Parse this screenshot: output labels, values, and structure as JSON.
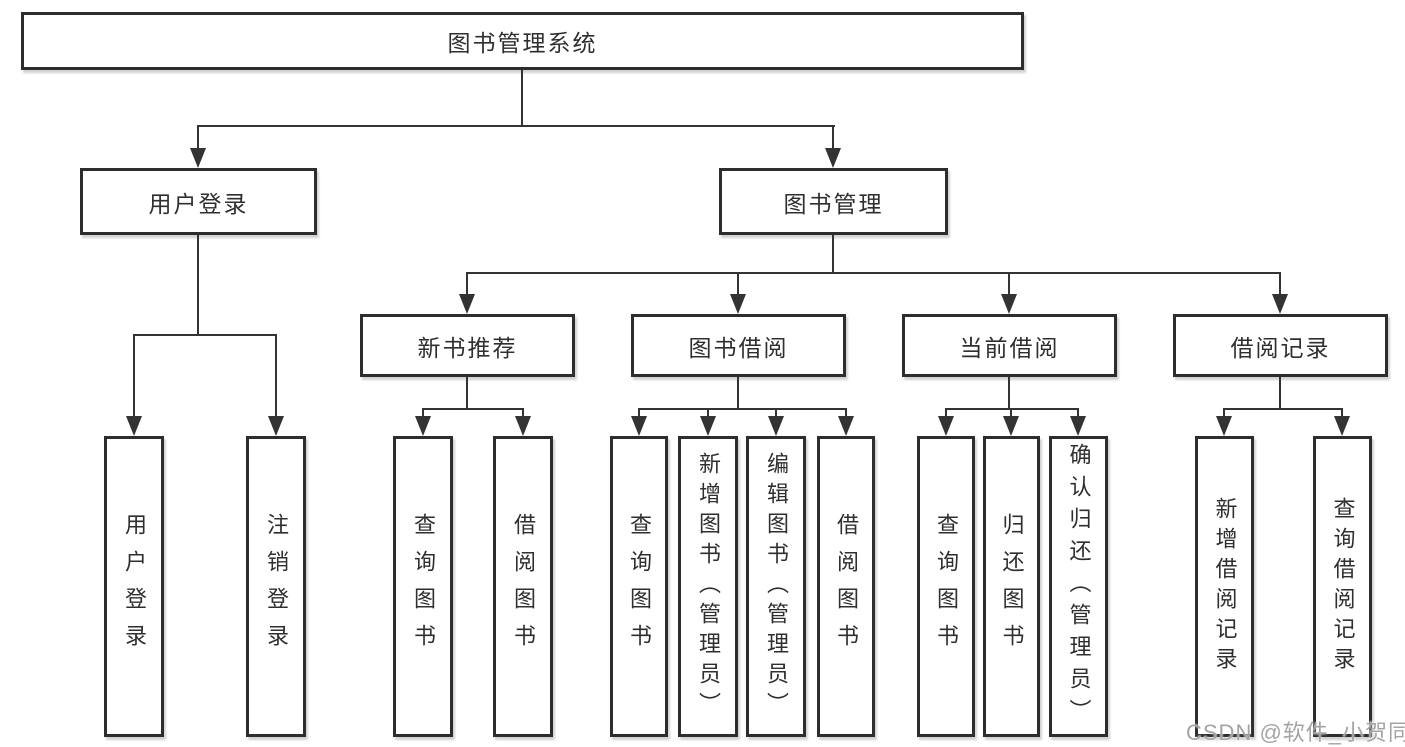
{
  "tree": {
    "root": "图书管理系统",
    "level2": [
      {
        "label": "用户登录",
        "children": [
          "用户登录",
          "注销登录"
        ]
      },
      {
        "label": "图书管理",
        "children": [
          {
            "label": "新书推荐",
            "children": [
              "查询图书",
              "借阅图书"
            ]
          },
          {
            "label": "图书借阅",
            "children": [
              "查询图书",
              "新增图书（管理员）",
              "编辑图书（管理员）",
              "借阅图书"
            ]
          },
          {
            "label": "当前借阅",
            "children": [
              "查询图书",
              "归还图书",
              "确认归还（管理员）"
            ]
          },
          {
            "label": "借阅记录",
            "children": [
              "新增借阅记录",
              "查询借阅记录"
            ]
          }
        ]
      }
    ]
  },
  "watermark": "CSDN @软件_小贺同学",
  "colors": {
    "line": "#333333",
    "box_border": "#2d2d2d",
    "box_fill": "#ffffff",
    "text": "#2f2f2f",
    "watermark": "#a4a4a4"
  }
}
